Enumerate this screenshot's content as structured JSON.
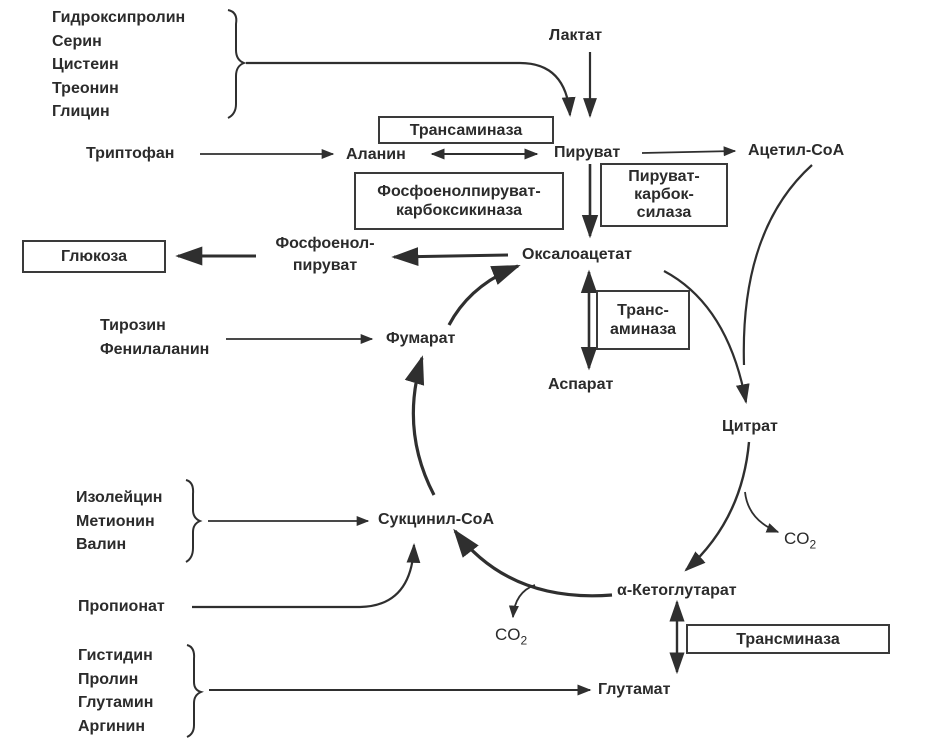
{
  "diagram": {
    "type": "metabolic-pathway",
    "groups": {
      "top_amino_acids": [
        "Гидроксипролин",
        "Серин",
        "Цистеин",
        "Треонин",
        "Глицин"
      ],
      "tyr_phe": [
        "Тирозин",
        "Фенилаланин"
      ],
      "ile_met_val": [
        "Изолейцин",
        "Метионин",
        "Валин"
      ],
      "glu_sources": [
        "Гистидин",
        "Пролин",
        "Глутамин",
        "Аргинин"
      ]
    },
    "nodes": {
      "lactate": "Лактат",
      "pyruvate": "Пируват",
      "alanine": "Аланин",
      "tryptophan": "Триптофан",
      "acetyl_coa": "Ацетил-CoA",
      "oxaloacetate": "Оксалоацетат",
      "pep_line1": "Фосфоенол-",
      "pep_line2": "пируват",
      "glucose": "Глюкоза",
      "fumarate": "Фумарат",
      "aspartate": "Аспарат",
      "citrate": "Цитрат",
      "succinyl_coa": "Сукцинил-CoA",
      "propionate": "Пропионат",
      "alpha_kg": "α-Кетоглутарат",
      "glutamate": "Глутамат",
      "co2_main": "CO",
      "co2_sub": "2"
    },
    "enzymes": {
      "transaminase_top": "Трансаминаза",
      "pepck_line1": "Фосфоенолпируват-",
      "pepck_line2": "карбоксикиназа",
      "pc_line1": "Пируват-",
      "pc_line2": "карбок-",
      "pc_line3": "силаза",
      "transaminase_mid_line1": "Транс-",
      "transaminase_mid_line2": "аминаза",
      "transaminase_bottom": "Трансминаза"
    },
    "colors": {
      "ink": "#2b2b2b",
      "background": "#ffffff"
    }
  }
}
